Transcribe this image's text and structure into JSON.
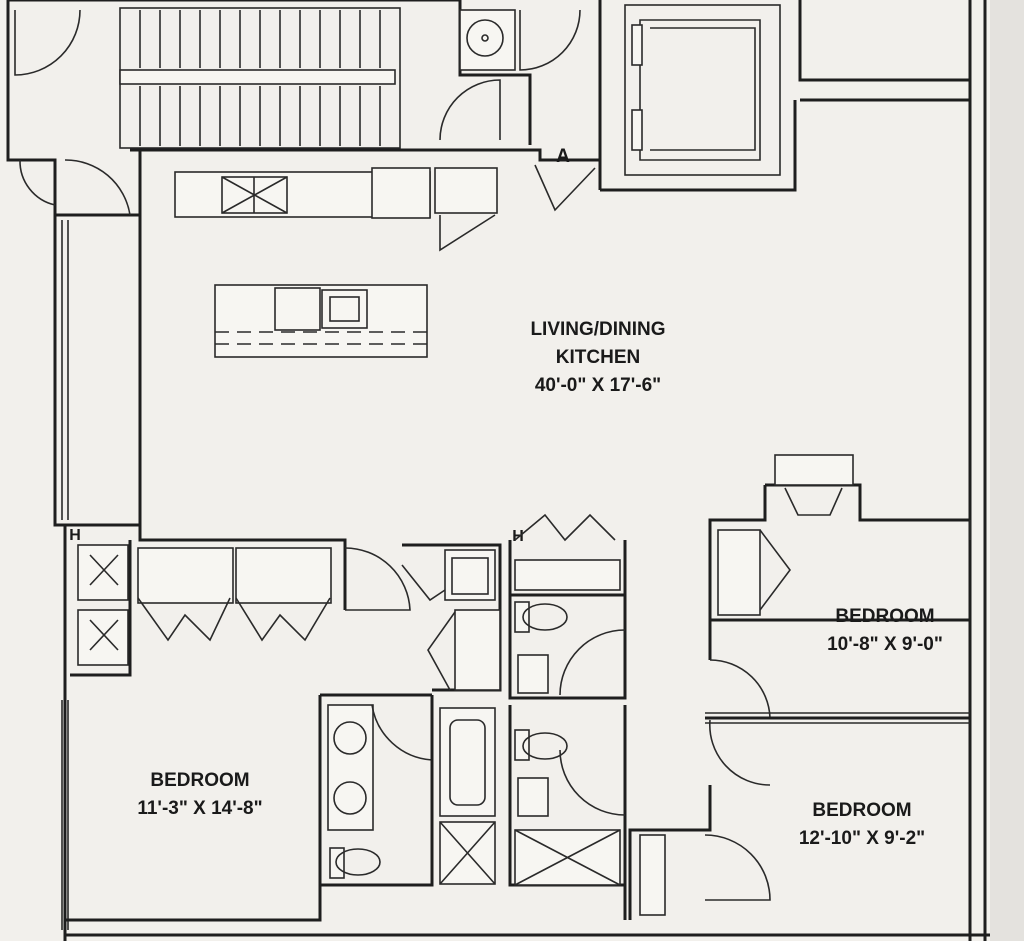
{
  "rooms": {
    "living": {
      "name_line1": "LIVING/DINING",
      "name_line2": "KITCHEN",
      "size": "40'-0\" X 17'-6\""
    },
    "bedroom_1": {
      "name": "BEDROOM",
      "size": "11'-3\" X 14'-8\""
    },
    "bedroom_2": {
      "name": "BEDROOM",
      "size": "10'-8\" X 9'-0\""
    },
    "bedroom_3": {
      "name": "BEDROOM",
      "size": "12'-10\" X 9'-2\""
    }
  },
  "markers": {
    "entry": "A",
    "h_left": "H",
    "h_center": "H"
  },
  "colors": {
    "line": "#1e1e1e",
    "paper": "#f2f0ec"
  }
}
